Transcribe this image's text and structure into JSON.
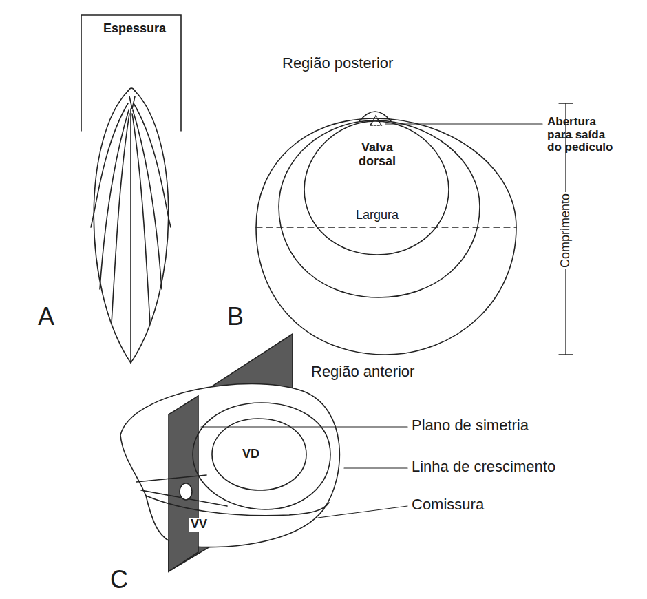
{
  "diagram": {
    "labels": [
      "Espessura",
      "A",
      "Região posterior",
      "Abertura para saída do pedículo",
      "Valva dorsal",
      "Largura",
      "Comprimento",
      "B",
      "Região anterior",
      "Plano de simetria",
      "Linha de crescimento",
      "Comissura",
      "VD",
      "VV",
      "C"
    ]
  }
}
